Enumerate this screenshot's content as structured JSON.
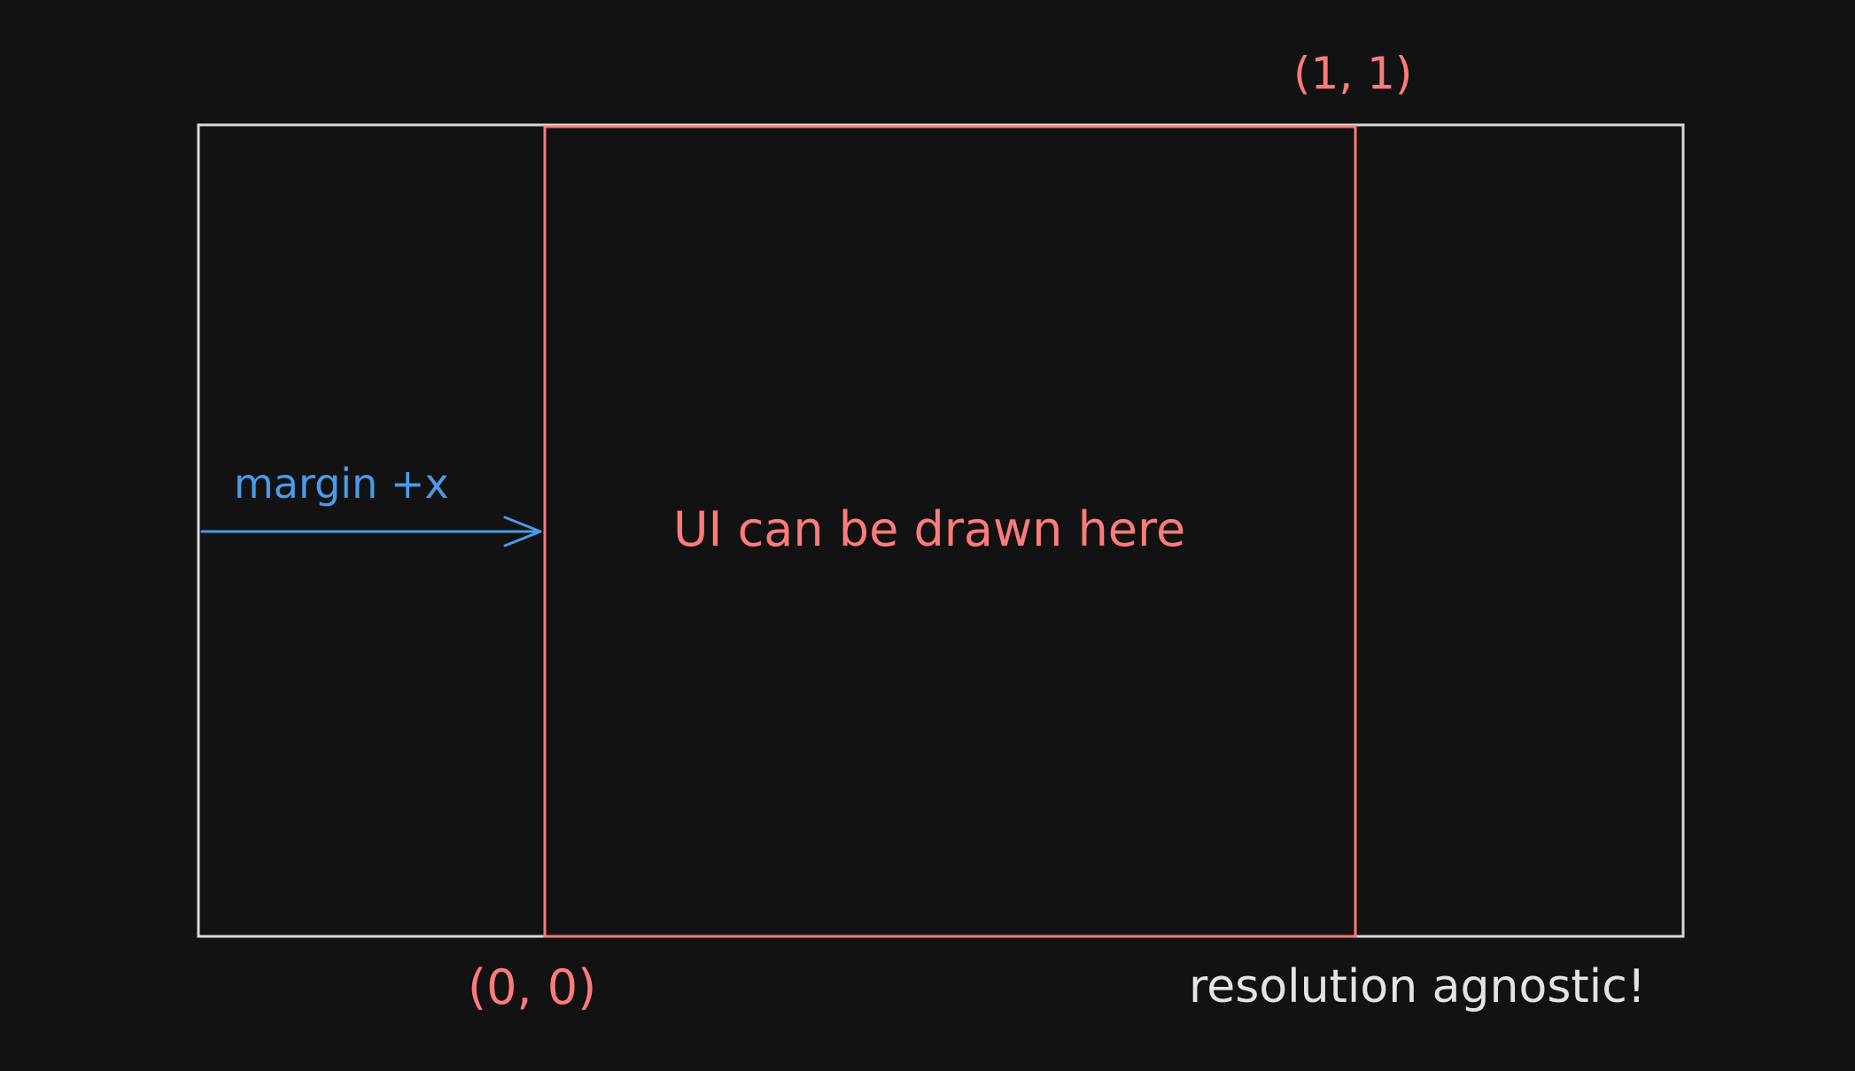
{
  "labels": {
    "top_right_corner": "(1, 1)",
    "bottom_left_corner": "(0, 0)",
    "margin": "margin +x",
    "center": "UI can be drawn here",
    "footnote": "resolution agnostic!"
  },
  "colors": {
    "background": "#121212",
    "outer_frame": "#d9d9d9",
    "ui_region": "#ff7b7b",
    "margin_arrow": "#4a9be8",
    "footnote_text": "#e4e4e4"
  },
  "icons": {
    "margin_arrow": "arrow-right-icon"
  }
}
